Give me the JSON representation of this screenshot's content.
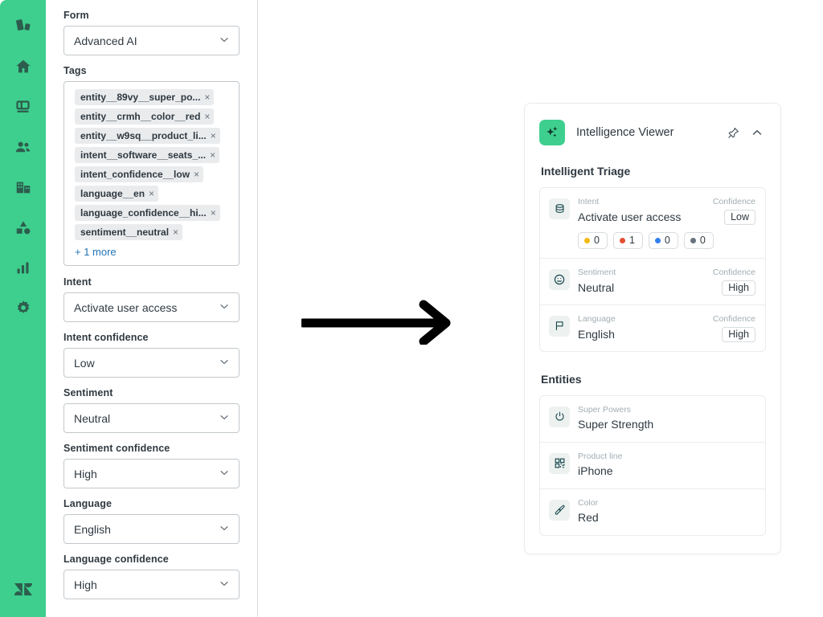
{
  "colors": {
    "brand_green": "#3ecf8e",
    "link_blue": "#1f73b7",
    "dot_yellow": "#f5b912",
    "dot_red": "#e34f32",
    "dot_blue": "#337ff0",
    "dot_gray": "#68737d",
    "border": "#c2c8cc",
    "text": "#2f3941",
    "muted": "#a3adb3"
  },
  "rail": {
    "items": [
      {
        "name": "apps-icon",
        "label": "Apps"
      },
      {
        "name": "home-icon",
        "label": "Home"
      },
      {
        "name": "tickets-icon",
        "label": "Tickets"
      },
      {
        "name": "customers-icon",
        "label": "Customers"
      },
      {
        "name": "organizations-icon",
        "label": "Organizations"
      },
      {
        "name": "shapes-icon",
        "label": "Objects"
      },
      {
        "name": "reporting-icon",
        "label": "Reporting"
      },
      {
        "name": "settings-icon",
        "label": "Settings"
      }
    ],
    "logo": "zendesk-logo"
  },
  "form": {
    "fields": [
      {
        "label": "Form",
        "value": "Advanced AI",
        "name": "form-select"
      },
      {
        "label": "Intent",
        "value": "Activate user access",
        "name": "intent-select"
      },
      {
        "label": "Intent confidence",
        "value": "Low",
        "name": "intent-confidence-select"
      },
      {
        "label": "Sentiment",
        "value": "Neutral",
        "name": "sentiment-select"
      },
      {
        "label": "Sentiment confidence",
        "value": "High",
        "name": "sentiment-confidence-select"
      },
      {
        "label": "Language",
        "value": "English",
        "name": "language-select"
      },
      {
        "label": "Language confidence",
        "value": "High",
        "name": "language-confidence-select"
      }
    ],
    "tags": {
      "label": "Tags",
      "items": [
        "entity__89vy__super_po...",
        "entity__crmh__color__red",
        "entity__w9sq__product_li...",
        "intent__software__seats_...",
        "intent_confidence__low",
        "language__en",
        "language_confidence__hi...",
        "sentiment__neutral"
      ],
      "more_label": "+ 1 more",
      "remove_label": "×"
    }
  },
  "arrow": {
    "name": "right-arrow"
  },
  "viewer": {
    "title": "Intelligence Viewer",
    "badge_icon": "sparkles-icon",
    "pin_icon": "pin-icon",
    "collapse_icon": "chevron-up-icon",
    "triage": {
      "title": "Intelligent Triage",
      "rows": [
        {
          "icon": "database-icon",
          "key": "Intent",
          "value": "Activate user access",
          "confidence_key": "Confidence",
          "confidence_value": "Low",
          "pills": [
            {
              "color": "#f5b912",
              "count": "0"
            },
            {
              "color": "#e34f32",
              "count": "1"
            },
            {
              "color": "#337ff0",
              "count": "0"
            },
            {
              "color": "#68737d",
              "count": "0"
            }
          ]
        },
        {
          "icon": "neutral-face-icon",
          "key": "Sentiment",
          "value": "Neutral",
          "confidence_key": "Confidence",
          "confidence_value": "High",
          "pills": []
        },
        {
          "icon": "flag-icon",
          "key": "Language",
          "value": "English",
          "confidence_key": "Confidence",
          "confidence_value": "High",
          "pills": []
        }
      ]
    },
    "entities": {
      "title": "Entities",
      "rows": [
        {
          "icon": "power-icon",
          "key": "Super Powers",
          "value": "Super Strength"
        },
        {
          "icon": "qr-code-icon",
          "key": "Product line",
          "value": "iPhone"
        },
        {
          "icon": "paintbrush-icon",
          "key": "Color",
          "value": "Red"
        }
      ]
    }
  }
}
